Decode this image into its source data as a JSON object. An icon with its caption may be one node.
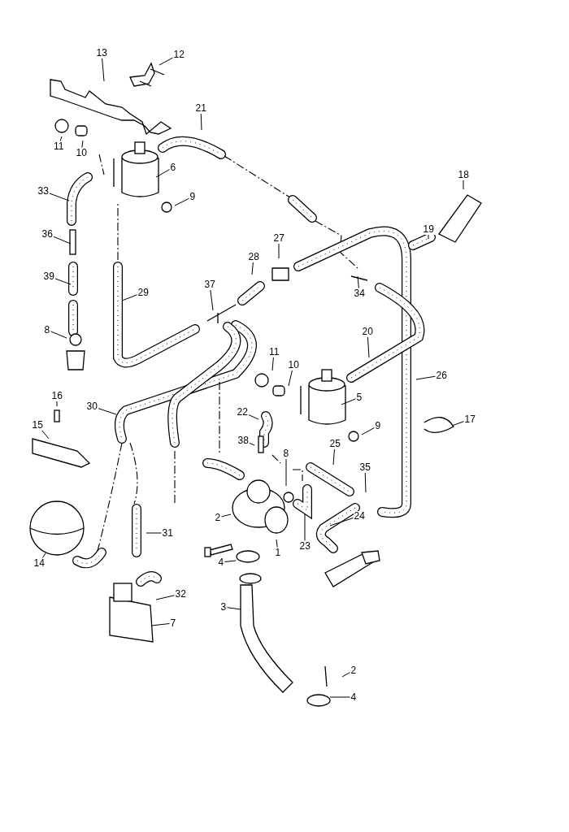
{
  "diagram": {
    "nodes": [
      {
        "text": [
          "13"
        ]
      },
      {
        "text": [
          "12"
        ]
      },
      {
        "text": [
          "21"
        ]
      },
      {
        "text": [
          "11"
        ]
      },
      {
        "text": [
          "10"
        ]
      },
      {
        "text": [
          "6"
        ]
      },
      {
        "text": [
          "33"
        ]
      },
      {
        "text": [
          "9"
        ]
      },
      {
        "text": [
          "18"
        ]
      },
      {
        "text": [
          "36"
        ]
      },
      {
        "text": [
          "19"
        ]
      },
      {
        "text": [
          "27"
        ]
      },
      {
        "text": [
          "28"
        ]
      },
      {
        "text": [
          "39"
        ]
      },
      {
        "text": [
          "37"
        ]
      },
      {
        "text": [
          "34"
        ]
      },
      {
        "text": [
          "29"
        ]
      },
      {
        "text": [
          "8"
        ]
      },
      {
        "text": [
          "20"
        ]
      },
      {
        "text": [
          "11"
        ]
      },
      {
        "text": [
          "10"
        ]
      },
      {
        "text": [
          "26"
        ]
      },
      {
        "text": [
          "5"
        ]
      },
      {
        "text": [
          "16"
        ]
      },
      {
        "text": [
          "30"
        ]
      },
      {
        "text": [
          "22"
        ]
      },
      {
        "text": [
          "9"
        ]
      },
      {
        "text": [
          "17"
        ]
      },
      {
        "text": [
          "15"
        ]
      },
      {
        "text": [
          "38"
        ]
      },
      {
        "text": [
          "25"
        ]
      },
      {
        "text": [
          "8"
        ]
      },
      {
        "text": [
          "35"
        ]
      },
      {
        "text": [
          "2"
        ]
      },
      {
        "text": [
          "24"
        ]
      },
      {
        "text": [
          "23"
        ]
      },
      {
        "text": [
          "31"
        ]
      },
      {
        "text": [
          "4"
        ]
      },
      {
        "text": [
          "1"
        ]
      },
      {
        "text": [
          "14"
        ]
      },
      {
        "text": [
          "32"
        ]
      },
      {
        "text": [
          "3"
        ]
      },
      {
        "text": [
          "7"
        ]
      },
      {
        "text": [
          "2"
        ]
      },
      {
        "text": [
          "4"
        ]
      }
    ],
    "edges": [
      {
        "from": 0,
        "to": null,
        "arrow": "none"
      },
      {
        "from": 1,
        "to": null,
        "arrow": "none"
      },
      {
        "from": 2,
        "to": null,
        "arrow": "none"
      },
      {
        "from": 3,
        "to": null,
        "arrow": "none"
      },
      {
        "from": 4,
        "to": null,
        "arrow": "none"
      },
      {
        "from": 5,
        "to": null,
        "arrow": "none"
      },
      {
        "from": 6,
        "to": null,
        "arrow": "none"
      },
      {
        "from": 7,
        "to": null,
        "arrow": "none"
      },
      {
        "from": 8,
        "to": null,
        "arrow": "none"
      },
      {
        "from": 9,
        "to": null,
        "arrow": "none"
      },
      {
        "from": 10,
        "to": null,
        "arrow": "none"
      },
      {
        "from": 11,
        "to": null,
        "arrow": "none"
      },
      {
        "from": 12,
        "to": null,
        "arrow": "none"
      },
      {
        "from": 13,
        "to": null,
        "arrow": "none"
      },
      {
        "from": 14,
        "to": null,
        "arrow": "none"
      },
      {
        "from": 15,
        "to": null,
        "arrow": "none"
      },
      {
        "from": 16,
        "to": null,
        "arrow": "none"
      },
      {
        "from": 17,
        "to": null,
        "arrow": "none"
      },
      {
        "from": 18,
        "to": null,
        "arrow": "none"
      },
      {
        "from": 19,
        "to": null,
        "arrow": "none"
      },
      {
        "from": 20,
        "to": null,
        "arrow": "none"
      },
      {
        "from": 21,
        "to": null,
        "arrow": "none"
      },
      {
        "from": 22,
        "to": null,
        "arrow": "none"
      },
      {
        "from": 23,
        "to": null,
        "arrow": "none"
      },
      {
        "from": 24,
        "to": null,
        "arrow": "none"
      },
      {
        "from": 25,
        "to": null,
        "arrow": "none"
      },
      {
        "from": 26,
        "to": null,
        "arrow": "none"
      },
      {
        "from": 27,
        "to": null,
        "arrow": "none"
      },
      {
        "from": 28,
        "to": null,
        "arrow": "none"
      },
      {
        "from": 29,
        "to": null,
        "arrow": "none"
      },
      {
        "from": 30,
        "to": null,
        "arrow": "none"
      },
      {
        "from": 31,
        "to": null,
        "arrow": "none"
      },
      {
        "from": 32,
        "to": null,
        "arrow": "none"
      },
      {
        "from": 33,
        "to": null,
        "arrow": "none"
      },
      {
        "from": 34,
        "to": null,
        "arrow": "none"
      },
      {
        "from": 35,
        "to": null,
        "arrow": "none"
      },
      {
        "from": 36,
        "to": null,
        "arrow": "none"
      },
      {
        "from": 37,
        "to": null,
        "arrow": "none"
      },
      {
        "from": 38,
        "to": null,
        "arrow": "none"
      },
      {
        "from": 39,
        "to": null,
        "arrow": "none"
      },
      {
        "from": 40,
        "to": null,
        "arrow": "none"
      },
      {
        "from": 41,
        "to": null,
        "arrow": "none"
      },
      {
        "from": 42,
        "to": null,
        "arrow": "none"
      },
      {
        "from": 43,
        "to": null,
        "arrow": "none"
      },
      {
        "from": 44,
        "to": null,
        "arrow": "none"
      }
    ]
  }
}
